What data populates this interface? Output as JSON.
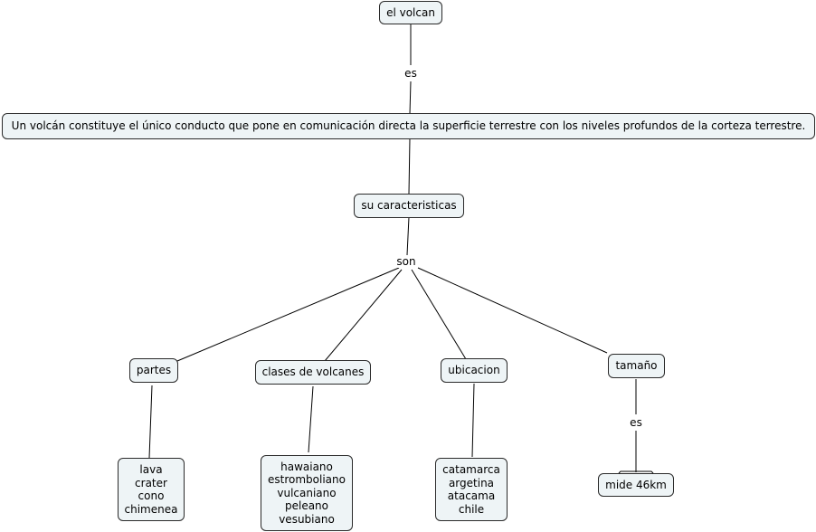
{
  "nodes": {
    "root": "el volcan",
    "definition": "Un volcán constituye el único conducto que pone en comunicación directa la superficie terrestre con los niveles profundos de la corteza terrestre.",
    "characteristics": "su caracteristicas",
    "parts": "partes",
    "classes": "clases de volcanes",
    "location": "ubicacion",
    "size": "tamaño",
    "parts_list": [
      "lava",
      "crater",
      "cono",
      "chimenea"
    ],
    "classes_list": [
      "hawaiano",
      "estromboliano",
      "vulcaniano",
      "peleano",
      "vesubiano"
    ],
    "location_list": [
      "catamarca",
      "argetina",
      "atacama",
      "chile"
    ],
    "size_value": "mide 46km"
  },
  "link_labels": {
    "root_to_definition": "es",
    "characteristics_to_children": "son",
    "size_to_value": "es"
  }
}
